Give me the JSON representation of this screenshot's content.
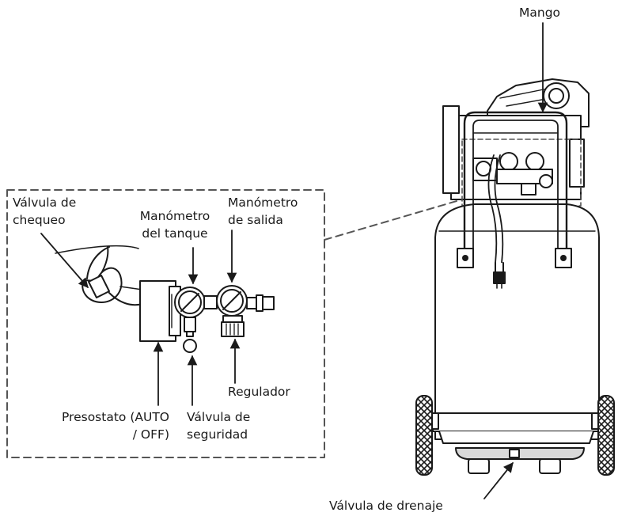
{
  "labels": {
    "mango": "Mango",
    "valvula_chequeo": [
      "Válvula de",
      "chequeo"
    ],
    "manometro_tanque": [
      "Manómetro",
      "del tanque"
    ],
    "manometro_salida": [
      "Manómetro",
      "de salida"
    ],
    "regulador": "Regulador",
    "presostato": [
      "Presostato (AUTO",
      "/ OFF)"
    ],
    "valvula_seguridad": [
      "Válvula de",
      "seguridad"
    ],
    "valvula_drenaje": "Válvula de drenaje"
  },
  "colors": {
    "line": "#1a1a1a",
    "dash": "#555555",
    "fill": "#ffffff",
    "shade": "#d9d9d9"
  }
}
